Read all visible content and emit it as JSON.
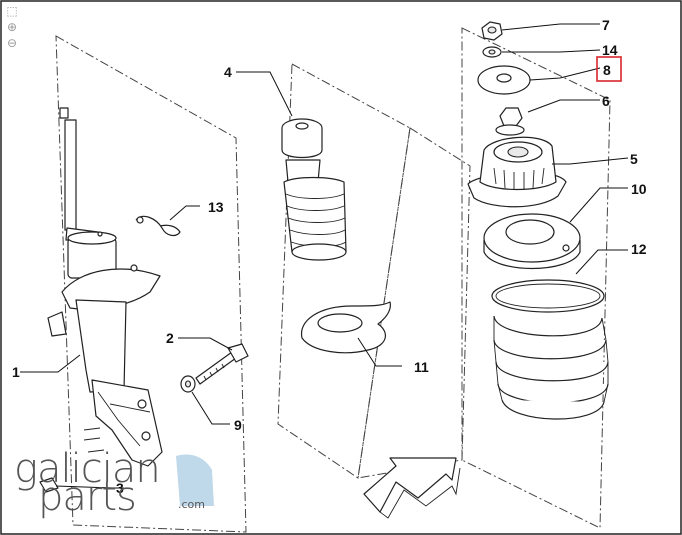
{
  "toolbar": {
    "fit_icon": "fit-page-icon",
    "zoom_in_icon": "zoom-in-icon",
    "zoom_out_icon": "zoom-out-icon"
  },
  "watermark": {
    "line1": "galician",
    "line2": "parts",
    "suffix": ".com",
    "accent_color": "#bfd8ea"
  },
  "callouts": {
    "c1": "1",
    "c2": "2",
    "c3": "3",
    "c4": "4",
    "c5": "5",
    "c6": "6",
    "c7": "7",
    "c8": "8",
    "c9": "9",
    "c10": "10",
    "c11": "11",
    "c12": "12",
    "c13": "13",
    "c14": "14"
  },
  "highlight": {
    "callout": "8",
    "color": "#d9262b"
  }
}
